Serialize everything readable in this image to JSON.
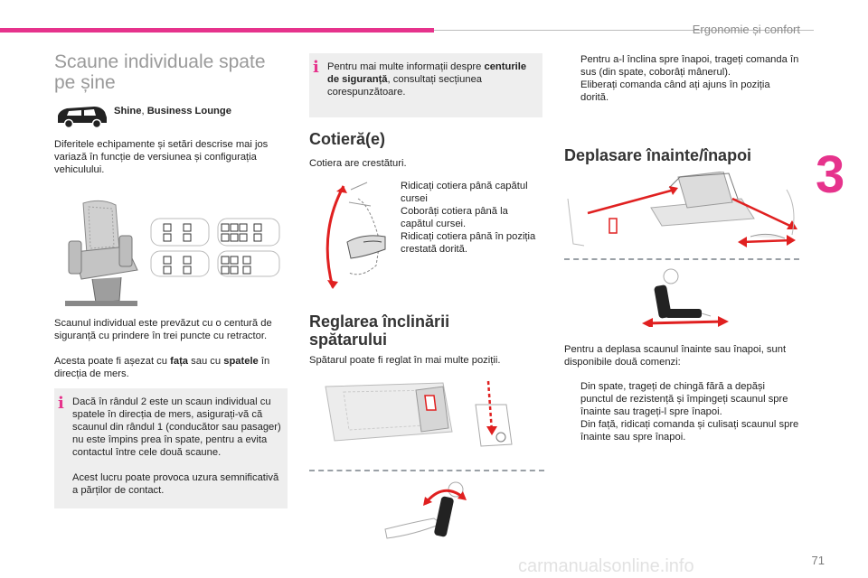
{
  "header": {
    "chapter_title": "Ergonomie și confort",
    "chapter_number": "3",
    "page_number": "71"
  },
  "colors": {
    "accent": "#e6338c",
    "info_bg": "#eeeeee",
    "arrow_red": "#e02020"
  },
  "col1": {
    "title": "Scaune individuale spate pe șine",
    "versions_a": "Shine",
    "versions_sep": ", ",
    "versions_b": "Business Lounge",
    "intro": "Diferitele echipamente și setări descrise mai jos variază în funcție de versiunea și configurația vehiculului.",
    "belt_text": "Scaunul individual este prevăzut cu o centură de siguranță cu prindere în trei puncte cu retractor.",
    "direction_pre": "Acesta poate fi așezat cu ",
    "direction_b1": "fața",
    "direction_mid": " sau cu ",
    "direction_b2": "spatele",
    "direction_post": " în direcția de mers.",
    "info_icon": "i",
    "info_text": "Dacă în rândul 2 este un scaun individual cu spatele în direcția de mers, asigurați-vă că scaunul din rândul 1 (conducător sau pasager) nu este împins prea în spate, pentru a evita contactul între cele două scaune.",
    "info_text2": "Acest lucru poate provoca uzura semnificativă a părților de contact."
  },
  "col2": {
    "info_icon": "i",
    "info_pre": "Pentru mai multe informații despre ",
    "info_bold": "centurile de siguranță",
    "info_post": ", consultați secțiunea corespunzătoare.",
    "armrest_title": "Cotieră(e)",
    "armrest_intro": "Cotiera are crestături.",
    "armrest_steps": [
      "Ridicați cotiera până capătul cursei",
      "Coborâți cotiera până la capătul cursei.",
      "Ridicați cotiera până în poziția crestată dorită."
    ],
    "recline_title": "Reglarea înclinării spătarului",
    "recline_text": "Spătarul poate fi reglat în mai multe poziții."
  },
  "col3": {
    "tilt_steps": [
      "Pentru a-l înclina spre înapoi, trageți comanda în sus (din spate, coborâți mânerul).",
      "Eliberați comanda când ați ajuns în poziția dorită."
    ],
    "slide_title": "Deplasare înainte/înapoi",
    "slide_intro": "Pentru a deplasa scaunul înainte sau înapoi, sunt disponibile două comenzi:",
    "slide_steps": [
      "Din spate, trageți de chingă fără a depăși punctul de rezistență și împingeți scaunul spre înainte sau trageți-l spre înapoi.",
      "Din față, ridicați comanda și culisați scaunul spre înainte sau spre înapoi."
    ]
  },
  "bullet_glyph": "",
  "watermark": "carmanualsonline.info"
}
